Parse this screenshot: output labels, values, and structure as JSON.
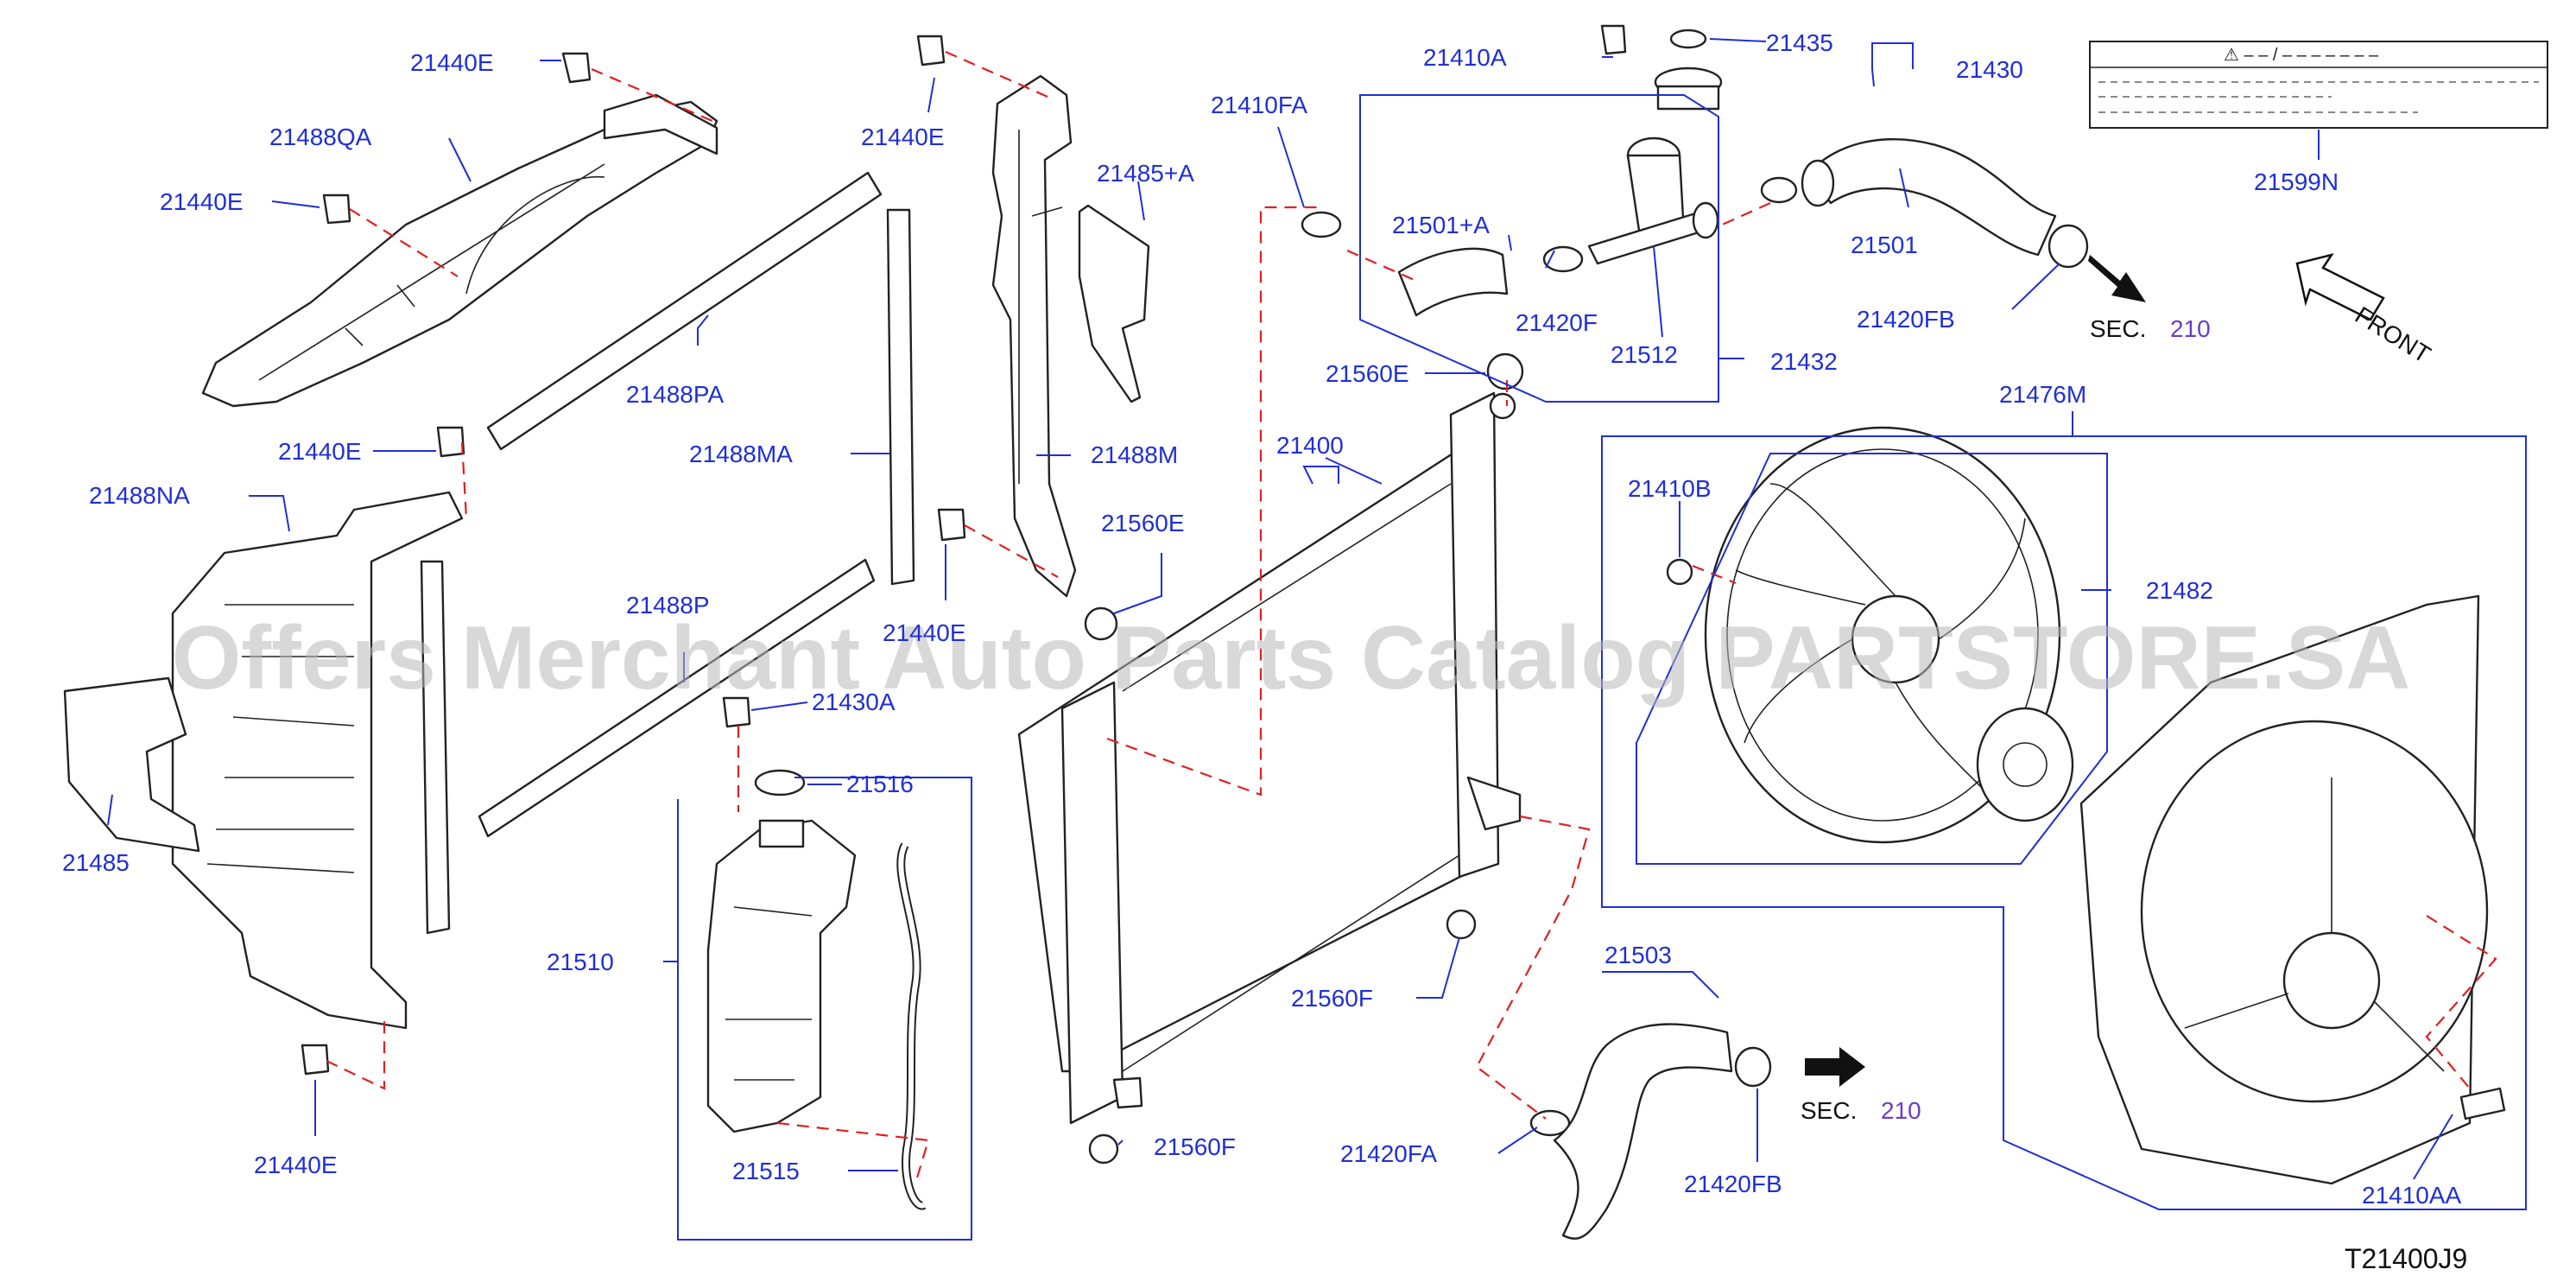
{
  "labels": {
    "l21440e_a": "21440E",
    "l21488qa": "21488QA",
    "l21440e_b": "21440E",
    "l21440e_c": "21440E",
    "l21488pa": "21488PA",
    "l21485a": "21485+A",
    "l21488ma": "21488MA",
    "l21488m": "21488M",
    "l21440e_d": "21440E",
    "l21488na": "21488NA",
    "l21560e_a": "21560E",
    "l21488p": "21488P",
    "l21440e_e": "21440E",
    "l21430a": "21430A",
    "l21485": "21485",
    "l21516": "21516",
    "l21510": "21510",
    "l21515": "21515",
    "l21440e_f": "21440E",
    "l21410a": "21410A",
    "l21435": "21435",
    "l21430": "21430",
    "l21410fa": "21410FA",
    "l21501a": "21501+A",
    "l21501": "21501",
    "l21420f": "21420F",
    "l21512": "21512",
    "l21432": "21432",
    "l21420fb_a": "21420FB",
    "l21560e_b": "21560E",
    "l21400": "21400",
    "l21476m": "21476M",
    "l21410b": "21410B",
    "l21482": "21482",
    "l21560f_a": "21560F",
    "l21560f_b": "21560F",
    "l21503": "21503",
    "l21420fa": "21420FA",
    "l21420fb_b": "21420FB",
    "l21410aa": "21410AA",
    "l21599n": "21599N"
  },
  "sec_refs": {
    "sec_a": {
      "prefix": "SEC.",
      "number": "210"
    },
    "sec_b": {
      "prefix": "SEC.",
      "number": "210"
    }
  },
  "front_label": "FRONT",
  "caution_label_text": "⚠ – – / – – – – – – –",
  "diagram_code": "T21400J9",
  "watermark": "Offers Merchant Auto Parts Catalog PARTSTORE.SA",
  "colors": {
    "label_blue": "#1f2fd6",
    "dashed_red": "#e02020",
    "sec_purple": "#6a3cc9",
    "line_black": "#222222"
  }
}
